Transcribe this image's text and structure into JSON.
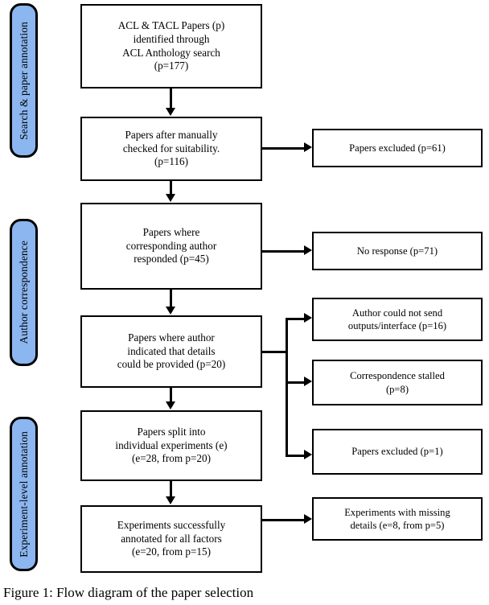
{
  "figure": {
    "caption": "Figure 1: Flow diagram of the paper selection"
  },
  "colors": {
    "pill_fill": "#8cb6f0",
    "pill_border": "#000000",
    "box_fill": "#ffffff",
    "box_border": "#000000",
    "connector": "#000000",
    "text": "#000000"
  },
  "stages": [
    {
      "label": "Search & paper annotation"
    },
    {
      "label": "Author correspondence"
    },
    {
      "label": "Experiment-level annotation"
    }
  ],
  "main_flow": [
    {
      "id": "identified",
      "text": "ACL & TACL Papers (p)\nidentified through\nACL Anthology search\n(p=177)"
    },
    {
      "id": "suitability",
      "text": "Papers after manually\nchecked for suitability.\n(p=116)"
    },
    {
      "id": "responded",
      "text": "Papers where\ncorresponding author\nresponded (p=45)"
    },
    {
      "id": "details",
      "text": "Papers where author\nindicated that details\ncould be provided (p=20)"
    },
    {
      "id": "split",
      "text": "Papers split into\nindividual experiments (e)\n(e=28, from p=20)"
    },
    {
      "id": "annotated",
      "text": "Experiments successfully\nannotated for all factors\n(e=20, from p=15)"
    }
  ],
  "side_outcomes": [
    {
      "id": "excluded61",
      "text": "Papers excluded (p=61)"
    },
    {
      "id": "noresponse",
      "text": "No response (p=71)"
    },
    {
      "id": "nosend",
      "text": "Author could not send\noutputs/interface (p=16)"
    },
    {
      "id": "stalled",
      "text": "Correspondence stalled\n(p=8)"
    },
    {
      "id": "excluded1",
      "text": "Papers excluded (p=1)"
    },
    {
      "id": "missing",
      "text": "Experiments with missing\ndetails (e=8, from p=5)"
    }
  ]
}
